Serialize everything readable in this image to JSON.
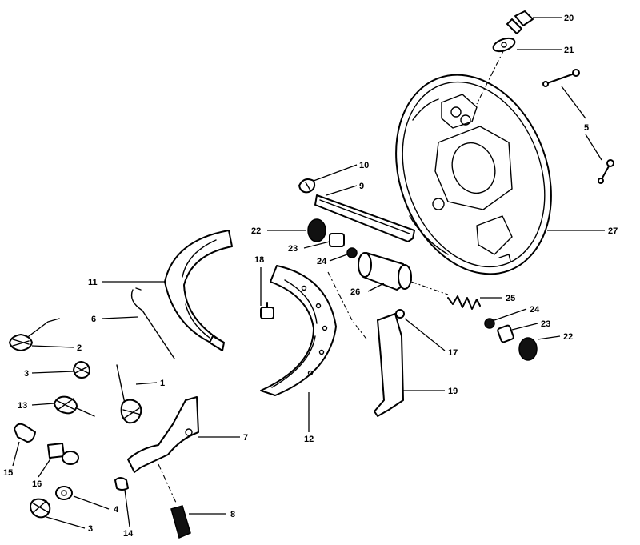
{
  "callouts": [
    {
      "id": "c20",
      "text": "20"
    },
    {
      "id": "c21",
      "text": "21"
    },
    {
      "id": "c5",
      "text": "5"
    },
    {
      "id": "c10",
      "text": "10"
    },
    {
      "id": "c9",
      "text": "9"
    },
    {
      "id": "c27",
      "text": "27"
    },
    {
      "id": "c22a",
      "text": "22"
    },
    {
      "id": "c23a",
      "text": "23"
    },
    {
      "id": "c24a",
      "text": "24"
    },
    {
      "id": "c18",
      "text": "18"
    },
    {
      "id": "c11",
      "text": "11"
    },
    {
      "id": "c26",
      "text": "26"
    },
    {
      "id": "c25",
      "text": "25"
    },
    {
      "id": "c24b",
      "text": "24"
    },
    {
      "id": "c23b",
      "text": "23"
    },
    {
      "id": "c22b",
      "text": "22"
    },
    {
      "id": "c6",
      "text": "6"
    },
    {
      "id": "c17",
      "text": "17"
    },
    {
      "id": "c2",
      "text": "2"
    },
    {
      "id": "c3a",
      "text": "3"
    },
    {
      "id": "c1",
      "text": "1"
    },
    {
      "id": "c19",
      "text": "19"
    },
    {
      "id": "c13",
      "text": "13"
    },
    {
      "id": "c7",
      "text": "7"
    },
    {
      "id": "c12",
      "text": "12"
    },
    {
      "id": "c15",
      "text": "15"
    },
    {
      "id": "c16",
      "text": "16"
    },
    {
      "id": "c4",
      "text": "4"
    },
    {
      "id": "c8",
      "text": "8"
    },
    {
      "id": "c3b",
      "text": "3"
    },
    {
      "id": "c14",
      "text": "14"
    }
  ]
}
